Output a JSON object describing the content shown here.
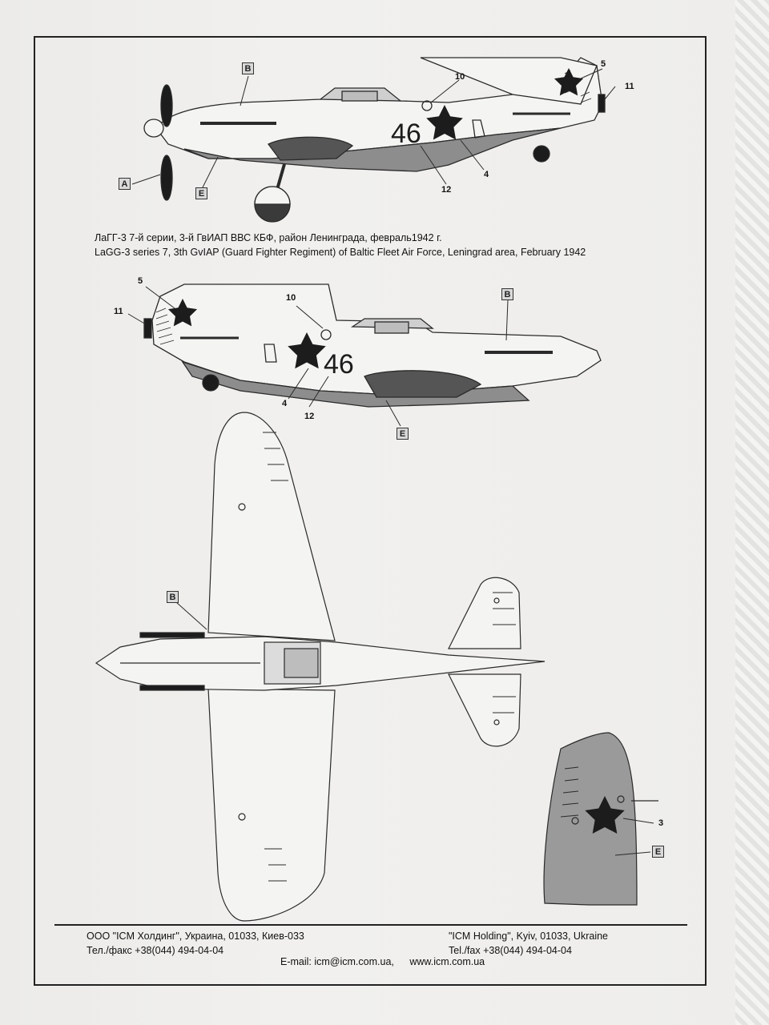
{
  "caption": {
    "ru": "ЛаГГ-3 7-й серии, 3-й ГвИАП ВВС КБФ, район Ленинграда, февраль1942 г.",
    "en": "LaGG-3 series 7, 3th GvIAP (Guard Fighter Regiment) of Baltic Fleet Air Force, Leningrad area, February 1942"
  },
  "aircraft_number": "46",
  "callouts": {
    "A": "A",
    "B": "B",
    "E": "E",
    "n3": "3",
    "n4": "4",
    "n5": "5",
    "n10": "10",
    "n11": "11",
    "n12": "12"
  },
  "footer": {
    "left_line1": "ООО \"ICM Холдинг\", Украина, 01033, Киев-033",
    "left_line2": "Тел./факс +38(044) 494-04-04",
    "right_line1": "\"ICM Holding\", Kyiv, 01033, Ukraine",
    "right_line2": "Tel./fax +38(044) 494-04-04",
    "email": "E-mail: icm@icm.com.ua,",
    "website": "www.icm.com.ua"
  },
  "colors": {
    "paint_white": "#f4f4f2",
    "paint_grey": "#8d8d8d",
    "star": "#1c1c1c",
    "line": "#2a2a2a"
  },
  "icons": [
    "red-star-insignia",
    "propeller",
    "landing-wheel"
  ]
}
